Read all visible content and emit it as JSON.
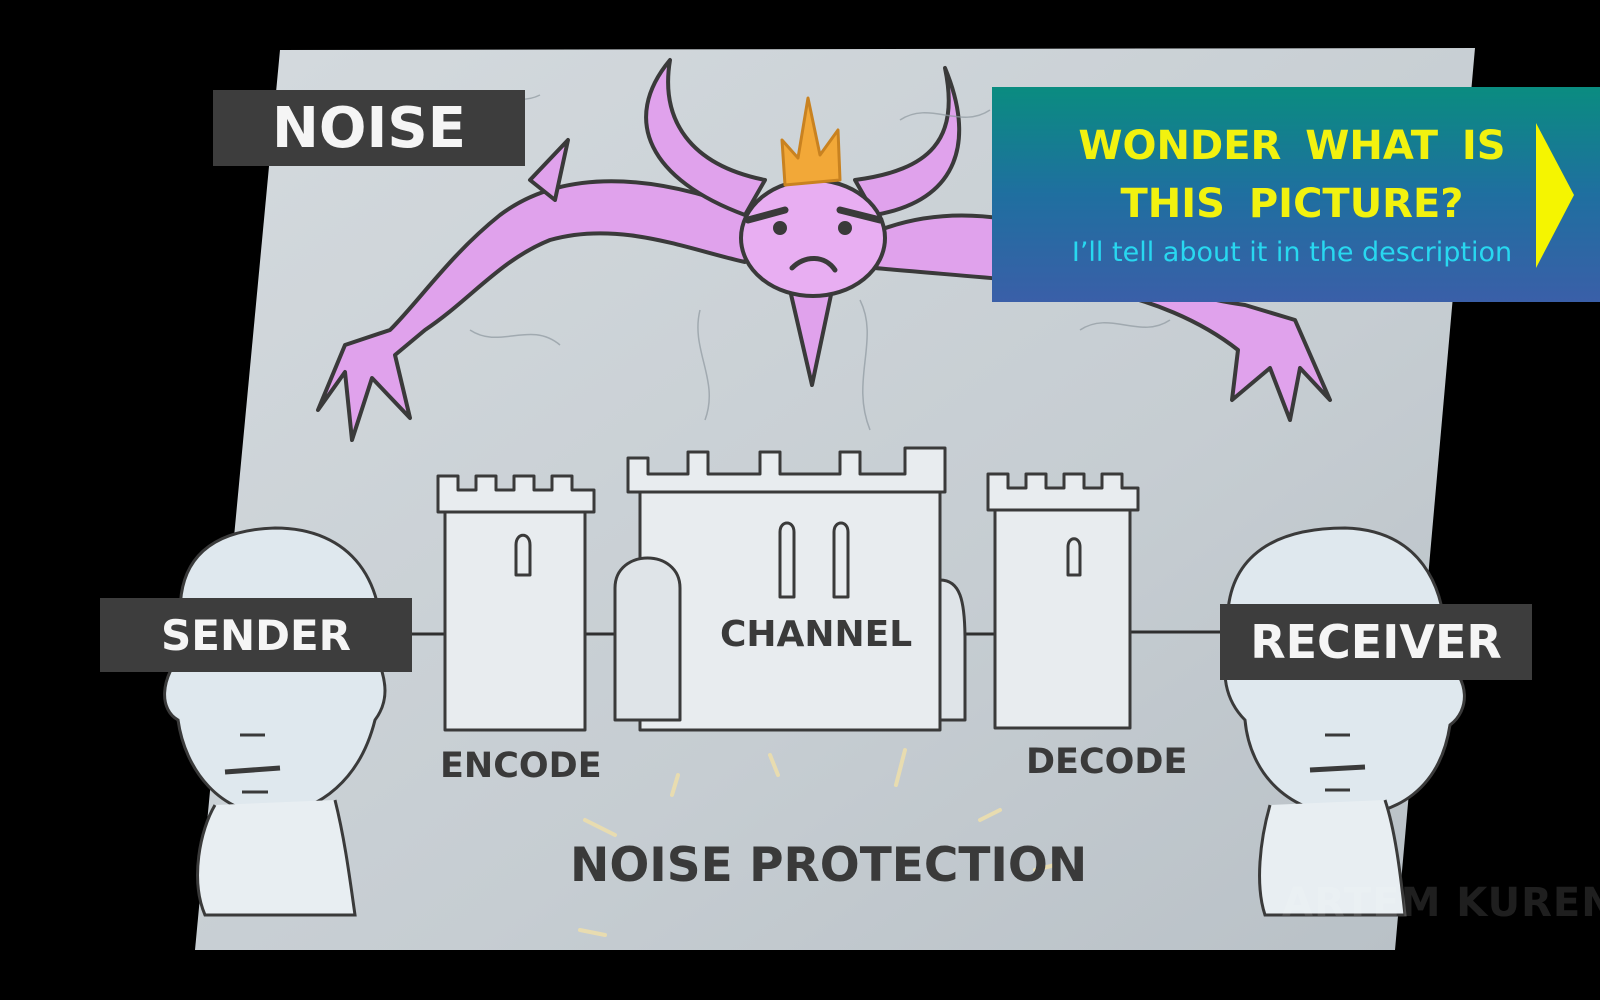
{
  "labels": {
    "noise": "NOISE",
    "sender": "SENDER",
    "receiver": "RECEIVER",
    "channel": "CHANNEL",
    "encode": "ENCODE",
    "decode": "DECODE",
    "noise_protection": "NOISE PROTECTION"
  },
  "promo": {
    "line1": "WONDER  WHAT  IS",
    "line2": "THIS PICTURE?",
    "subtitle": "I’ll tell about it in the description"
  },
  "watermark": "ARTEM KURENKOV",
  "colors": {
    "background": "#000000",
    "panel": "#cfd6da",
    "monster": "#e4a6ef",
    "crown": "#f2a838",
    "label_box": "#3d3d3d",
    "promo_title": "#f2f20f",
    "promo_subtitle": "#28d8f0",
    "promo_arrow": "#f5f500"
  }
}
